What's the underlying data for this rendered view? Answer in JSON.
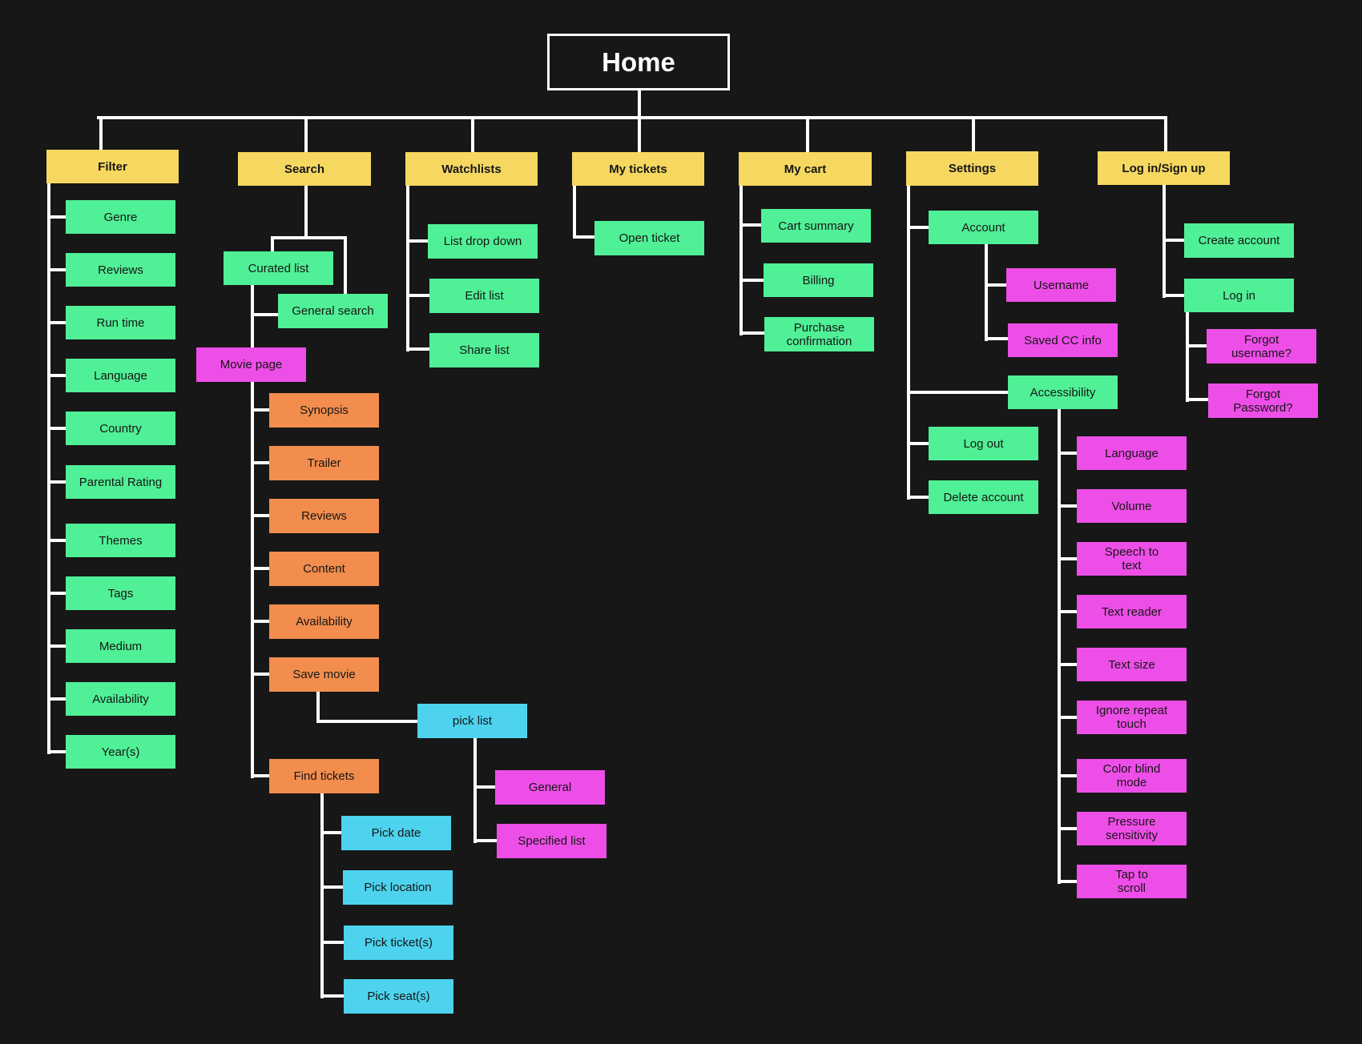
{
  "colors": {
    "background": "#171717",
    "line": "#ffffff",
    "category": "#f6d861",
    "page": "#50f096",
    "subpage": "#ee4ee8",
    "detail": "#f28d4e",
    "flow": "#4dd3ee"
  },
  "nodes": {
    "home": "Home",
    "filter": "Filter",
    "search": "Search",
    "watchlists": "Watchlists",
    "my_tickets": "My tickets",
    "my_cart": "My cart",
    "settings": "Settings",
    "login": "Log in/Sign up",
    "genre": "Genre",
    "reviews_f": "Reviews",
    "run_time": "Run time",
    "language_f": "Language",
    "country": "Country",
    "parental_rating": "Parental Rating",
    "themes": "Themes",
    "tags": "Tags",
    "medium": "Medium",
    "availability_f": "Availability",
    "years": "Year(s)",
    "curated_list": "Curated list",
    "general_search": "General search",
    "movie_page": "Movie page",
    "synopsis": "Synopsis",
    "trailer": "Trailer",
    "reviews_m": "Reviews",
    "content": "Content",
    "availability_m": "Availability",
    "save_movie": "Save movie",
    "pick_list": "pick list",
    "general": "General",
    "specified_list": "Specified list",
    "find_tickets": "Find tickets",
    "pick_date": "Pick date",
    "pick_location": "Pick location",
    "pick_tickets": "Pick ticket(s)",
    "pick_seats": "Pick seat(s)",
    "list_drop_down": "List drop down",
    "edit_list": "Edit list",
    "share_list": "Share list",
    "open_ticket": "Open ticket",
    "cart_summary": "Cart summary",
    "billing": "Billing",
    "purchase_confirmation": "Purchase\nconfirmation",
    "account": "Account",
    "username": "Username",
    "saved_cc": "Saved CC info",
    "accessibility": "Accessibility",
    "log_out": "Log out",
    "delete_account": "Delete account",
    "language_a": "Language",
    "volume": "Volume",
    "speech_to_text": "Speech to\ntext",
    "text_reader": "Text reader",
    "text_size": "Text size",
    "ignore_repeat": "Ignore repeat\ntouch",
    "color_blind": "Color blind\nmode",
    "pressure": "Pressure\nsensitivity",
    "tap_scroll": "Tap to\nscroll",
    "create_account": "Create account",
    "log_in": "Log in",
    "forgot_username": "Forgot\nusername?",
    "forgot_password": "Forgot\nPassword?"
  }
}
